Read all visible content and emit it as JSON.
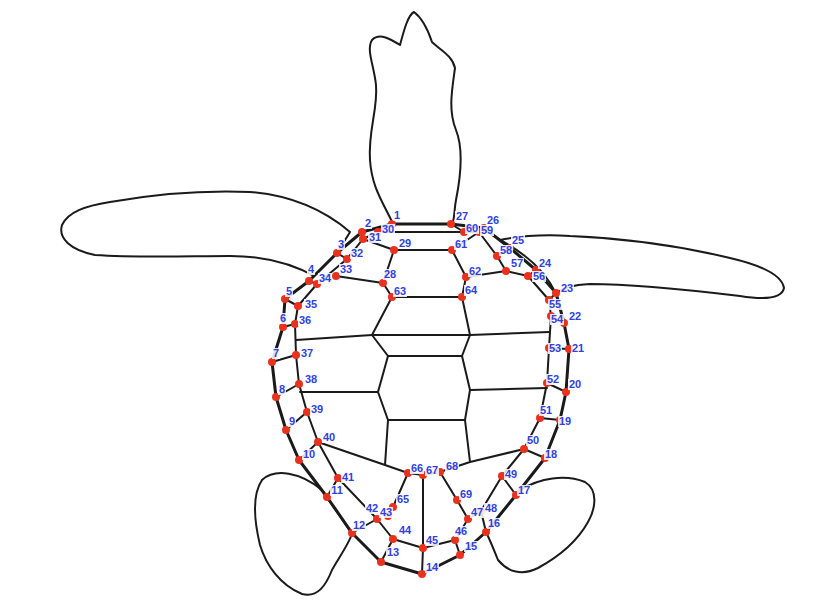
{
  "diagram": {
    "labels": [
      "1",
      "2",
      "3",
      "4",
      "5",
      "6",
      "7",
      "8",
      "9",
      "10",
      "11",
      "12",
      "13",
      "14",
      "15",
      "16",
      "17",
      "18",
      "19",
      "20",
      "21",
      "22",
      "23",
      "24",
      "25",
      "26",
      "27",
      "28",
      "29",
      "30",
      "31",
      "32",
      "33",
      "34",
      "35",
      "36",
      "37",
      "38",
      "39",
      "40",
      "41",
      "42",
      "43",
      "44",
      "45",
      "46",
      "47",
      "48",
      "49",
      "50",
      "51",
      "52",
      "53",
      "54",
      "55",
      "56",
      "57",
      "58",
      "59",
      "60",
      "61",
      "62",
      "63",
      "64",
      "65",
      "66",
      "67",
      "68",
      "69"
    ]
  }
}
